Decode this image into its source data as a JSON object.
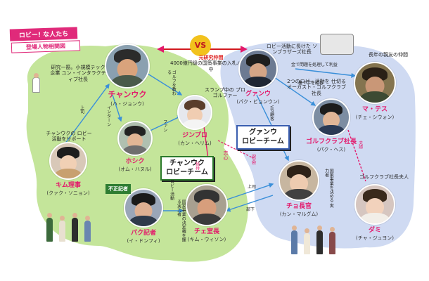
{
  "title": {
    "line1": "ロビー! な人たち",
    "line2": "登場人物相関図"
  },
  "vs": {
    "badge": "VS",
    "relation": "元研究仲間",
    "detail": "4000億円級の国策事業の入札バトル中"
  },
  "teams": {
    "green": {
      "line1": "チャンウク",
      "line2": "ロビーチーム"
    },
    "blue": {
      "line1": "グァンウ",
      "line2": "ロビーチーム"
    }
  },
  "characters": {
    "changuk": {
      "name": "チャンウク",
      "actor": "(ハ・ジョンウ)",
      "role": "研究一筋。小規模テック企業 ユン・インタラクティブ社長"
    },
    "jinpro": {
      "name": "ジンプロ",
      "actor": "(カン・ヘリム)",
      "role": "スランプ中の プロゴルファー"
    },
    "hoshik": {
      "name": "ホシク",
      "actor": "(オム・ハヌル)",
      "role": "チャンウクを サポート"
    },
    "kim": {
      "name": "キム理事",
      "actor": "(クァク・ソニョン)",
      "role": "チャンウクの ロビー活動をサポート"
    },
    "park": {
      "name": "パク記者",
      "actor": "(イ・ドンフィ)",
      "role": "不正記者"
    },
    "choi": {
      "name": "チェ室長",
      "actor": "(キム・ウィソン)",
      "role": "国家事業の決定権を握る実力者"
    },
    "gwangu": {
      "name": "グァンウ",
      "actor": "(パク・ビョンウン)",
      "role": "ロビー活動に長けた ソンブラザーズ社長"
    },
    "mathes": {
      "name": "マ・テス",
      "actor": "(チェ・シウォン)",
      "role": "長年の親友の仲間"
    },
    "golf": {
      "name": "ゴルフクラブ社長",
      "actor": "(パク・ヘス)",
      "role": "2つのロビー活動を 仕切る オーガスト・ゴルフクラブ社長"
    },
    "cho": {
      "name": "チョ長官",
      "actor": "(カン・マルグム)",
      "role": "国策事業を決める 実力者"
    },
    "dami": {
      "name": "ダミ",
      "actor": "(チャ・ジュヨン)",
      "role": "ゴルフクラブ社長夫人"
    }
  },
  "edges": {
    "kim_changuk": "上司",
    "changuk_jin": "ゴルフを教わる",
    "changuk_hoshik": "インターン",
    "hoshik_jin": "ファン",
    "jin_choi": "接待",
    "park_choi": "ロビー活動",
    "choi_cho": "上司",
    "cho_choi": "部下",
    "gwangu_golf": "裏で手を組む",
    "gwangu_mathes": "金で問題を処理して利益",
    "golf_dami": "夫婦",
    "gwangu_cho": "VIP顧客"
  },
  "hearts": {
    "a": "恋心",
    "b": "密会"
  },
  "colors": {
    "pink": "#e3196b",
    "green": "#c4e59a",
    "blue": "#cfdaf2",
    "vs": "#f2c21d",
    "red": "#d2191f"
  }
}
